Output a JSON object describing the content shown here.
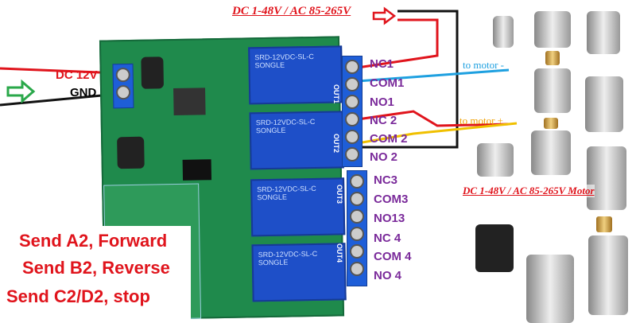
{
  "power_in": {
    "voltage": "DC 12V",
    "ground": "GND"
  },
  "load_supply": "DC 1-48V / AC 85-265V",
  "terminals": [
    "NC1",
    "COM1",
    "NO1",
    "NC 2",
    "COM 2",
    "NO 2",
    "NC3",
    "COM3",
    "NO13",
    "NC 4",
    "COM 4",
    "NO 4"
  ],
  "motor_notes": {
    "minus": "to motor -",
    "plus": "to motor +",
    "motor_label": "DC 1-48V / AC 85-265V Motor"
  },
  "commands": [
    "Send A2, Forward",
    "Send B2, Reverse",
    "Send C2/D2, stop"
  ],
  "relay_brand": "SONGLE",
  "relay_model": "SRD-12VDC-SL-C",
  "outputs": [
    "OUT1",
    "OUT2",
    "OUT3",
    "OUT4"
  ],
  "colors": {
    "red": "#e0141c",
    "blue": "#1ea0e0",
    "yellow": "#f0c000",
    "board": "#1f8a4c",
    "relay": "#1e4fc8"
  }
}
